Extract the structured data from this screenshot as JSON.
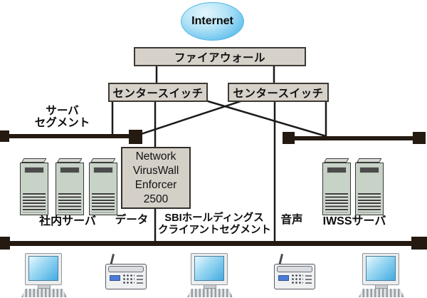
{
  "internet": {
    "label": "Internet"
  },
  "firewall": {
    "label": "ファイアウォール"
  },
  "switches": {
    "left": {
      "label": "センタースイッチ"
    },
    "right": {
      "label": "センタースイッチ"
    }
  },
  "viruswall": {
    "line1": "Network",
    "line2": "VirusWall",
    "line3": "Enforcer",
    "line4": "2500"
  },
  "segments": {
    "server_segment": {
      "line1": "サーバ",
      "line2": "セグメント"
    },
    "client_segment": {
      "line1": "SBIホールディングス",
      "line2": "クライアントセグメント"
    },
    "data_label": "データ",
    "voice_label": "音声"
  },
  "servers": {
    "internal": {
      "label": "社内サーバ",
      "count": 3
    },
    "iwss": {
      "label": "IWSSサーバ",
      "count": 2
    }
  },
  "devices": {
    "pc_count": 3,
    "fax_count": 2
  },
  "colors": {
    "box_fill": "#d6d2ca",
    "box_border": "#3d3934",
    "bus_bar": "#241a12",
    "connector_line": "#1a1a1a",
    "internet_blue": "#45b2e8",
    "screen_blue": "#44abe2",
    "tower_face": "#c7d3c7"
  }
}
